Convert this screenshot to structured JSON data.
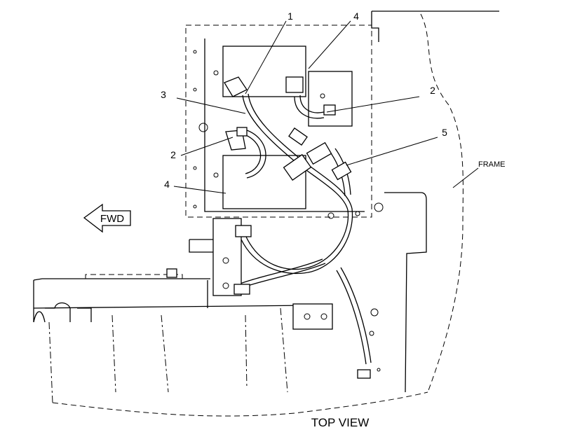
{
  "callouts": {
    "c1": "1",
    "c2_right": "2",
    "c2_left": "2",
    "c3": "3",
    "c4_top": "4",
    "c4_left": "4",
    "c5": "5"
  },
  "labels": {
    "frame": "FRAME",
    "fwd": "FWD",
    "view": "TOP VIEW"
  },
  "icons": {
    "direction_arrow": "arrow-left-icon"
  }
}
